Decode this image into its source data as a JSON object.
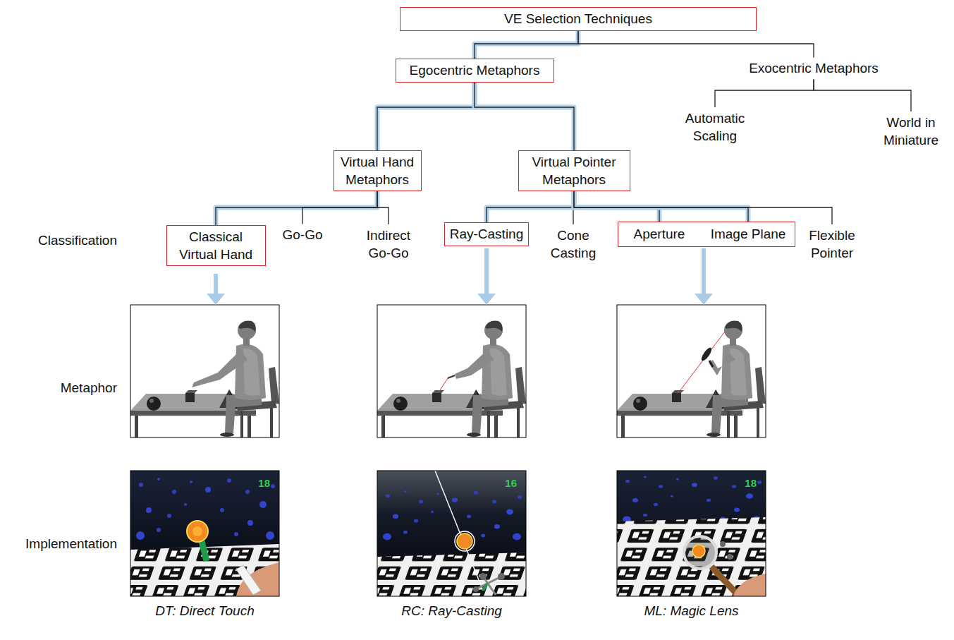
{
  "diagram": {
    "nodes": [
      {
        "text": [
          "VE Selection Techniques"
        ]
      },
      {
        "text": [
          "Egocentric Metaphors"
        ]
      },
      {
        "text": [
          "Exocentric Metaphors"
        ]
      },
      {
        "text": [
          "Automatic Scaling"
        ]
      },
      {
        "text": [
          "World in Miniature"
        ]
      },
      {
        "text": [
          "Virtual Hand Metaphors"
        ]
      },
      {
        "text": [
          "Virtual Pointer Metaphors"
        ]
      },
      {
        "text": [
          "Classical Virtual Hand"
        ]
      },
      {
        "text": [
          "Go-Go"
        ]
      },
      {
        "text": [
          "Indirect Go-Go"
        ]
      },
      {
        "text": [
          "Ray-Casting"
        ]
      },
      {
        "text": [
          "Cone Casting"
        ]
      },
      {
        "text": []
      },
      {
        "text": [
          "Aperture"
        ],
        "in": 12
      },
      {
        "text": [
          "Image Plane"
        ],
        "in": 12
      },
      {
        "text": [
          "Flexible Pointer"
        ]
      },
      {
        "text": [
          "18",
          "DT: Direct Touch"
        ]
      },
      {
        "text": [
          "16",
          "RC: Ray-Casting"
        ]
      },
      {
        "text": [
          "18",
          "ML: Magic Lens"
        ]
      }
    ],
    "edges": [
      {
        "from": 0,
        "to": 1,
        "arrow": "none"
      },
      {
        "from": 0,
        "to": 2,
        "arrow": "none"
      },
      {
        "from": 1,
        "to": 5,
        "arrow": "none"
      },
      {
        "from": 1,
        "to": 6,
        "arrow": "none"
      },
      {
        "from": 2,
        "to": 3,
        "arrow": "none"
      },
      {
        "from": 2,
        "to": 4,
        "arrow": "none"
      },
      {
        "from": 5,
        "to": 7,
        "arrow": "none"
      },
      {
        "from": 5,
        "to": 8,
        "arrow": "none"
      },
      {
        "from": 5,
        "to": 9,
        "arrow": "none"
      },
      {
        "from": 6,
        "to": 10,
        "arrow": "none"
      },
      {
        "from": 6,
        "to": 11,
        "arrow": "none"
      },
      {
        "from": 6,
        "to": 13,
        "arrow": "none"
      },
      {
        "from": 6,
        "to": 14,
        "arrow": "none"
      },
      {
        "from": 6,
        "to": 15,
        "arrow": "none"
      }
    ],
    "labels": [
      "Classification",
      "Metaphor",
      "Implementation"
    ]
  }
}
